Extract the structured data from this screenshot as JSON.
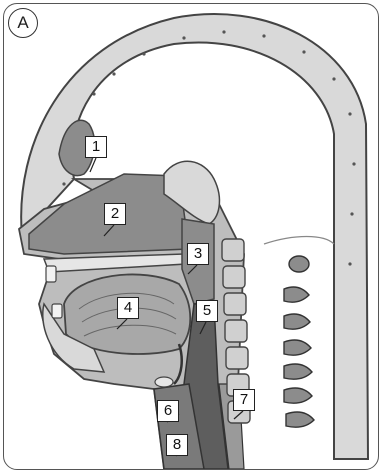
{
  "panel": {
    "letter": "A"
  },
  "labels": [
    {
      "id": "1",
      "text": "1"
    },
    {
      "id": "2",
      "text": "2"
    },
    {
      "id": "3",
      "text": "3"
    },
    {
      "id": "4",
      "text": "4"
    },
    {
      "id": "5",
      "text": "5"
    },
    {
      "id": "6",
      "text": "6"
    },
    {
      "id": "7",
      "text": "7"
    },
    {
      "id": "8",
      "text": "8"
    }
  ],
  "colors": {
    "bone": "#d9d9d9",
    "bone_outline": "#444444",
    "soft_tissue": "#a8a8a8",
    "cavity": "#8c8c8c",
    "airway": "#5e5e5e",
    "background": "#ffffff"
  }
}
